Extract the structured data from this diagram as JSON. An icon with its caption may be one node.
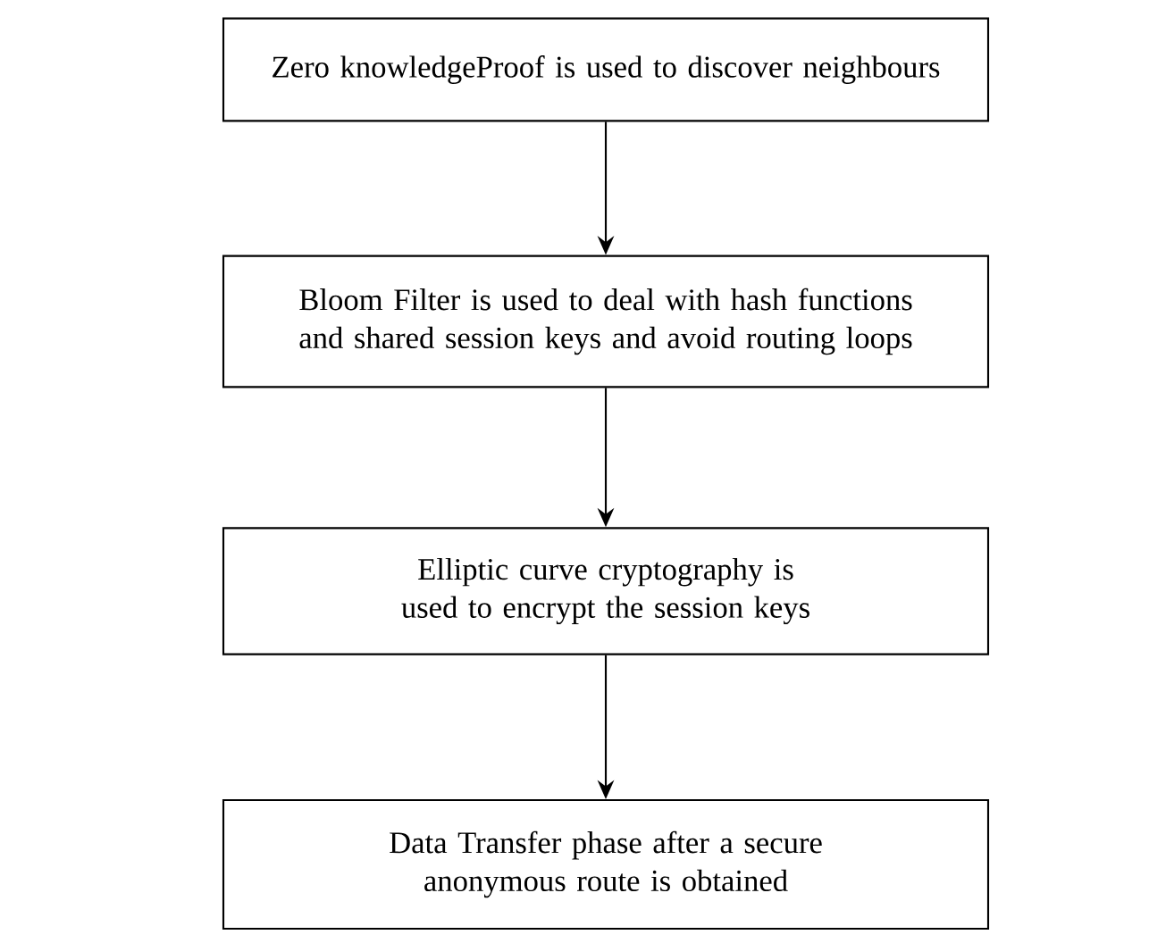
{
  "diagram": {
    "nodes": [
      {
        "text": [
          "Zero knowledgeProof is used to discover neighbours"
        ]
      },
      {
        "text": [
          "Bloom Filter is used to deal with hash functions and shared session keys and avoid routing loops"
        ]
      },
      {
        "text": [
          "Elliptic curve cryptography is used to encrypt the session keys"
        ]
      },
      {
        "text": [
          "Data Transfer phase after a secure anonymous route is obtained"
        ]
      }
    ],
    "edges": [
      {
        "from": 0,
        "to": 1,
        "arrow": "to"
      },
      {
        "from": 1,
        "to": 2,
        "arrow": "to"
      },
      {
        "from": 2,
        "to": 3,
        "arrow": "to"
      }
    ]
  }
}
